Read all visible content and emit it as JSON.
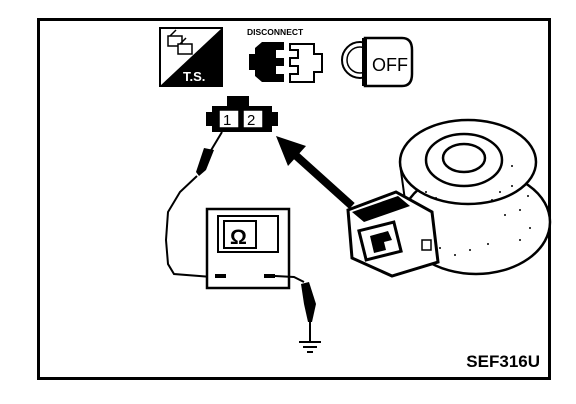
{
  "icons": {
    "ts_label": "T.S.",
    "disconnect_label": "DISCONNECT",
    "ignition_label": "OFF"
  },
  "connector": {
    "pin1": "1",
    "pin2": "2"
  },
  "meter": {
    "symbol": "Ω"
  },
  "figure_code": "SEF316U"
}
